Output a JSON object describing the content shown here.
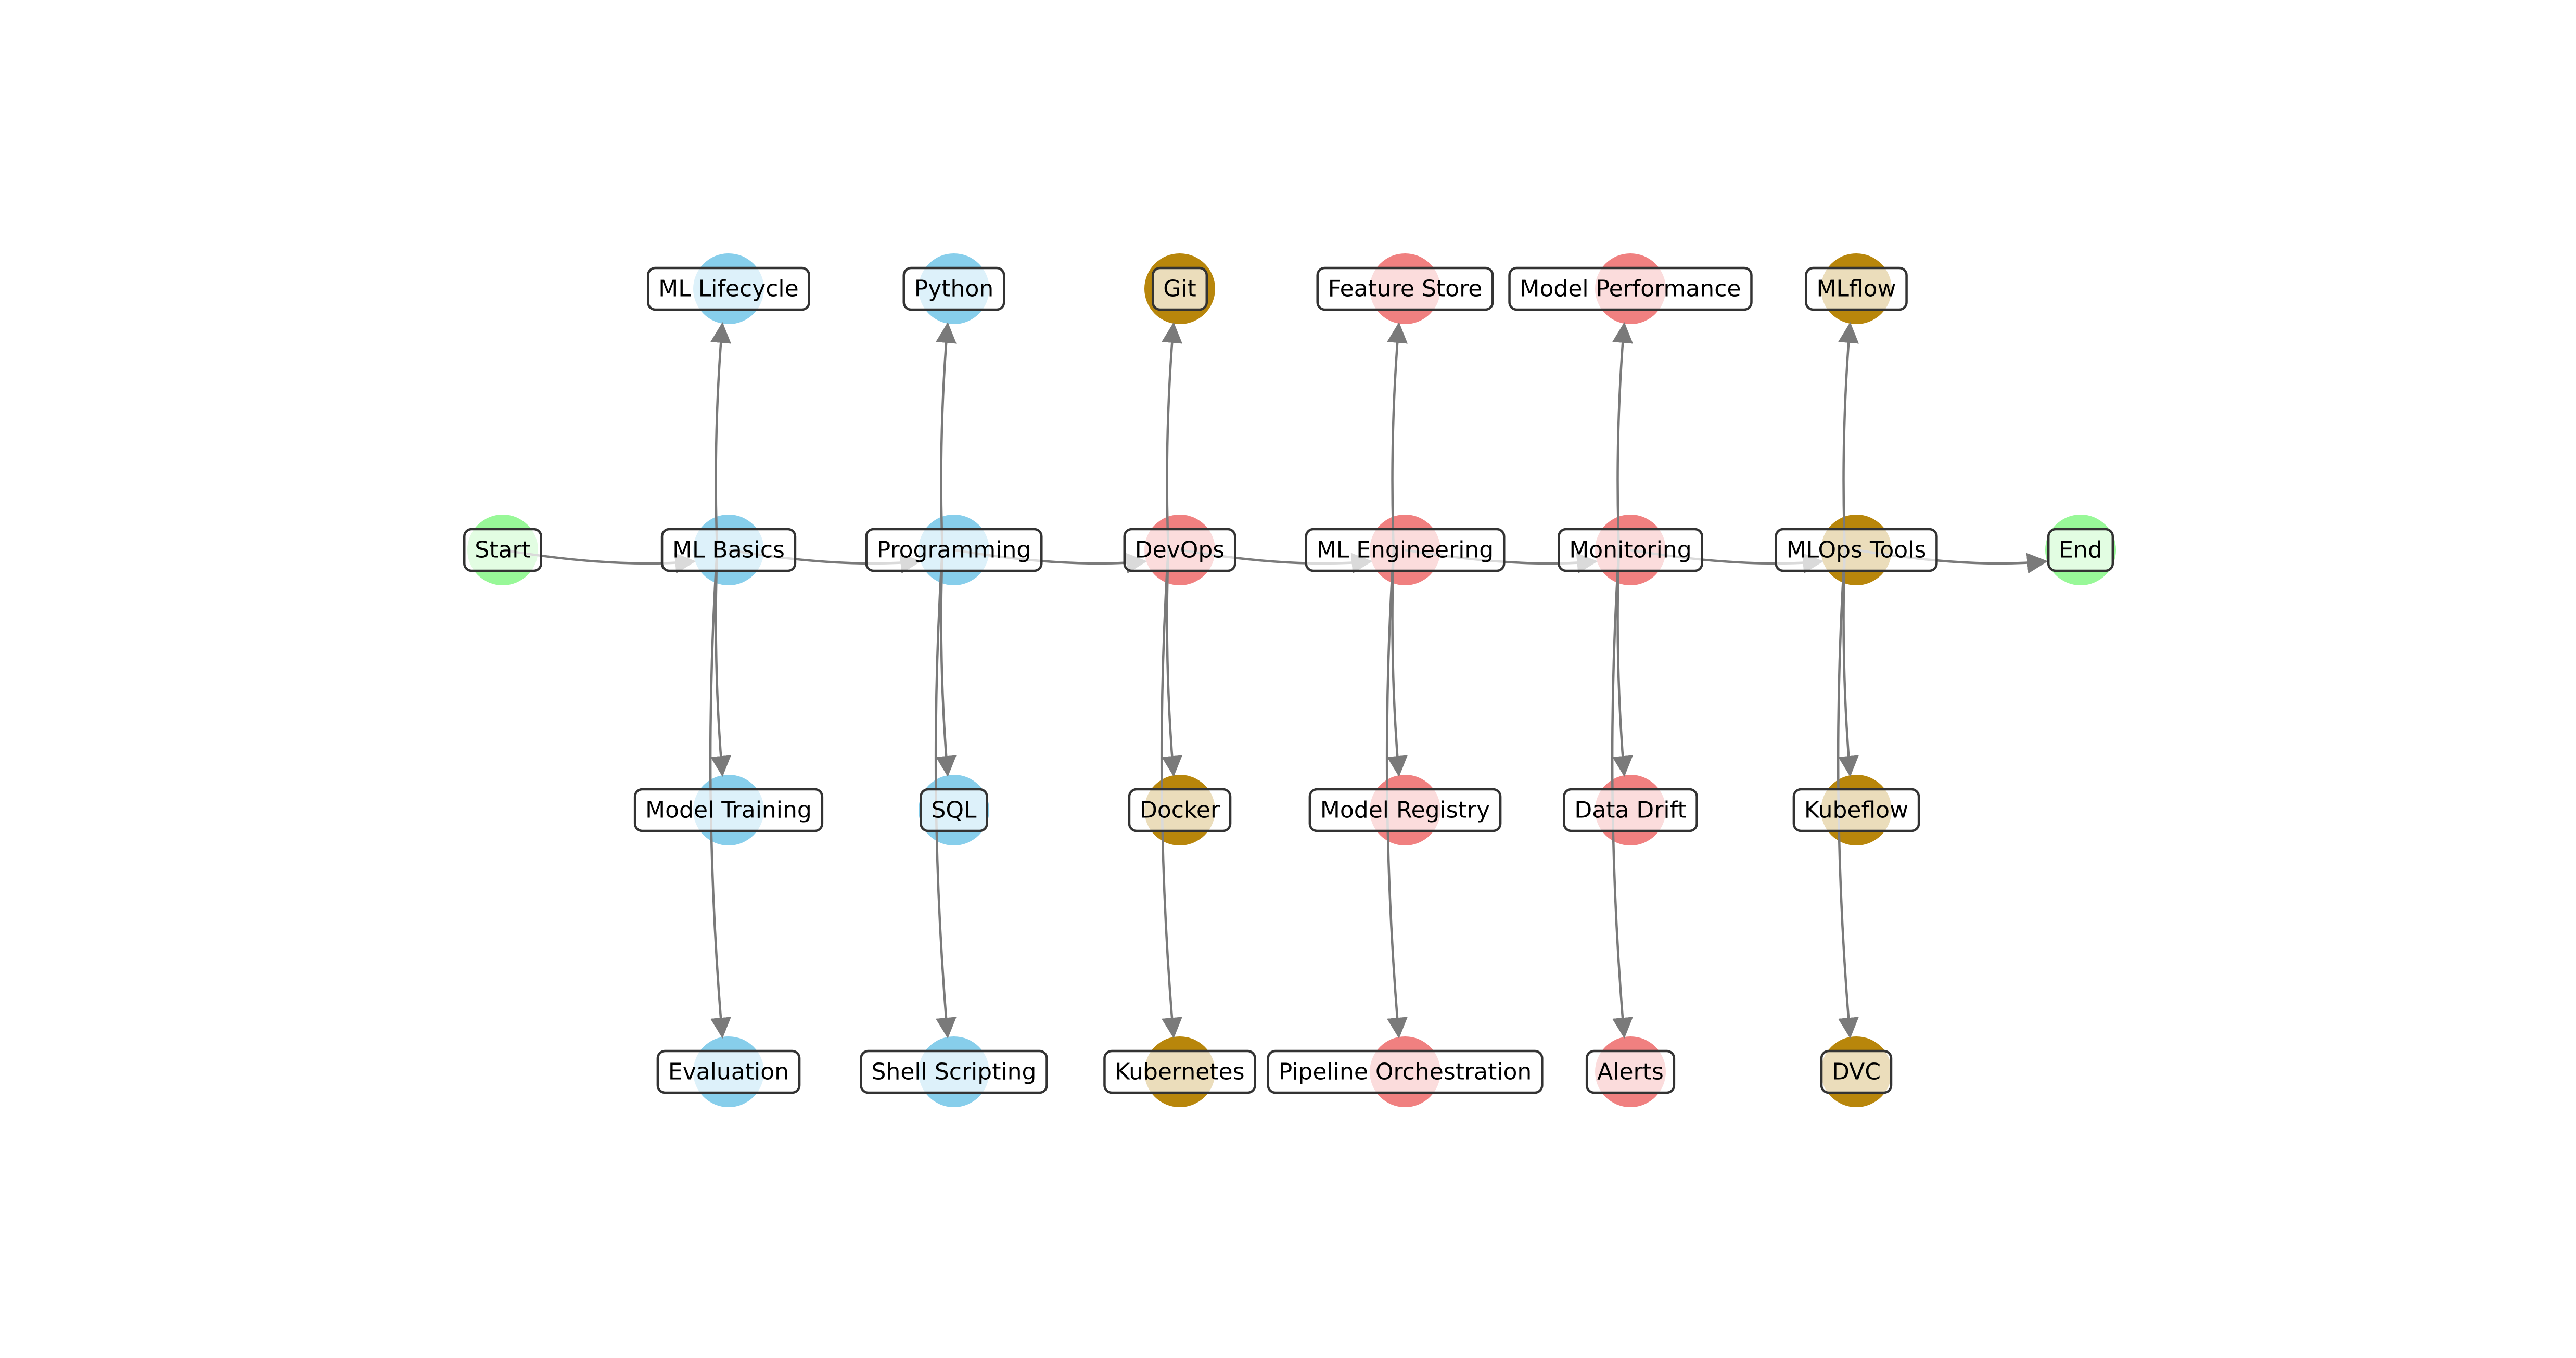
{
  "diagram": {
    "nodes": [
      {
        "id": "start",
        "label": "Start",
        "group": "endpoint"
      },
      {
        "id": "end",
        "label": "End",
        "group": "endpoint"
      },
      {
        "id": "ml_basics",
        "label": "ML Basics",
        "group": "ml"
      },
      {
        "id": "ml_lifecycle",
        "label": "ML Lifecycle",
        "group": "ml"
      },
      {
        "id": "model_training",
        "label": "Model Training",
        "group": "ml"
      },
      {
        "id": "evaluation",
        "label": "Evaluation",
        "group": "ml"
      },
      {
        "id": "programming",
        "label": "Programming",
        "group": "ml"
      },
      {
        "id": "python",
        "label": "Python",
        "group": "ml"
      },
      {
        "id": "sql",
        "label": "SQL",
        "group": "ml"
      },
      {
        "id": "shell_scripting",
        "label": "Shell Scripting",
        "group": "ml"
      },
      {
        "id": "devops",
        "label": "DevOps",
        "group": "ops"
      },
      {
        "id": "git",
        "label": "Git",
        "group": "tool"
      },
      {
        "id": "docker",
        "label": "Docker",
        "group": "tool"
      },
      {
        "id": "kubernetes",
        "label": "Kubernetes",
        "group": "tool"
      },
      {
        "id": "ml_engineering",
        "label": "ML Engineering",
        "group": "ops"
      },
      {
        "id": "feature_store",
        "label": "Feature Store",
        "group": "ops"
      },
      {
        "id": "model_registry",
        "label": "Model Registry",
        "group": "ops"
      },
      {
        "id": "pipeline_orchestration",
        "label": "Pipeline Orchestration",
        "group": "ops"
      },
      {
        "id": "monitoring",
        "label": "Monitoring",
        "group": "ops"
      },
      {
        "id": "model_performance",
        "label": "Model Performance",
        "group": "ops"
      },
      {
        "id": "data_drift",
        "label": "Data Drift",
        "group": "ops"
      },
      {
        "id": "alerts",
        "label": "Alerts",
        "group": "ops"
      },
      {
        "id": "mlops_tools",
        "label": "MLOps Tools",
        "group": "tool"
      },
      {
        "id": "mlflow",
        "label": "MLflow",
        "group": "tool"
      },
      {
        "id": "kubeflow",
        "label": "Kubeflow",
        "group": "tool"
      },
      {
        "id": "dvc",
        "label": "DVC",
        "group": "tool"
      }
    ],
    "edges": [
      [
        "start",
        "ml_basics"
      ],
      [
        "ml_basics",
        "programming"
      ],
      [
        "programming",
        "devops"
      ],
      [
        "devops",
        "ml_engineering"
      ],
      [
        "ml_engineering",
        "monitoring"
      ],
      [
        "monitoring",
        "mlops_tools"
      ],
      [
        "mlops_tools",
        "end"
      ],
      [
        "ml_basics",
        "ml_lifecycle"
      ],
      [
        "ml_basics",
        "model_training"
      ],
      [
        "ml_basics",
        "evaluation"
      ],
      [
        "programming",
        "python"
      ],
      [
        "programming",
        "sql"
      ],
      [
        "programming",
        "shell_scripting"
      ],
      [
        "devops",
        "git"
      ],
      [
        "devops",
        "docker"
      ],
      [
        "devops",
        "kubernetes"
      ],
      [
        "ml_engineering",
        "feature_store"
      ],
      [
        "ml_engineering",
        "model_registry"
      ],
      [
        "ml_engineering",
        "pipeline_orchestration"
      ],
      [
        "monitoring",
        "model_performance"
      ],
      [
        "monitoring",
        "data_drift"
      ],
      [
        "monitoring",
        "alerts"
      ],
      [
        "mlops_tools",
        "mlflow"
      ],
      [
        "mlops_tools",
        "kubeflow"
      ],
      [
        "mlops_tools",
        "dvc"
      ]
    ],
    "colors": {
      "endpoint": "#98f898",
      "ml": "#87ceeb",
      "ops": "#f08080",
      "tool": "#b8860b",
      "edge": "#7a7a7a",
      "label_border": "#333333"
    }
  }
}
